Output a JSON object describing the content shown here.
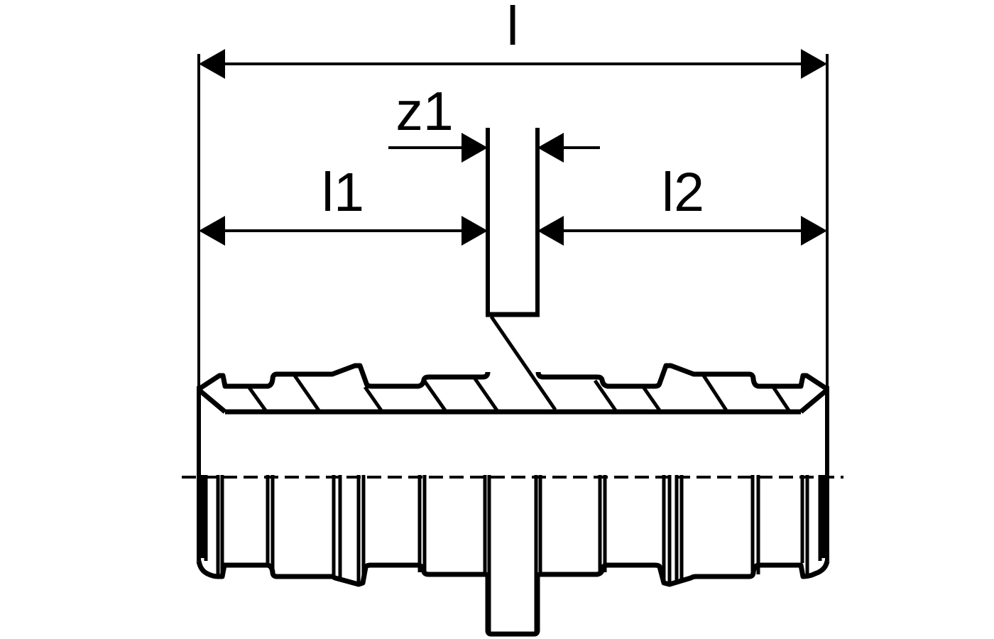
{
  "drawing": {
    "dimensions": {
      "total_length": {
        "label": "l"
      },
      "left_insertion_depth": {
        "label": "l1"
      },
      "right_insertion_depth": {
        "label": "l2"
      },
      "center_gap": {
        "label": "z1"
      }
    },
    "colors": {
      "line": "#000000",
      "background": "#ffffff"
    }
  }
}
